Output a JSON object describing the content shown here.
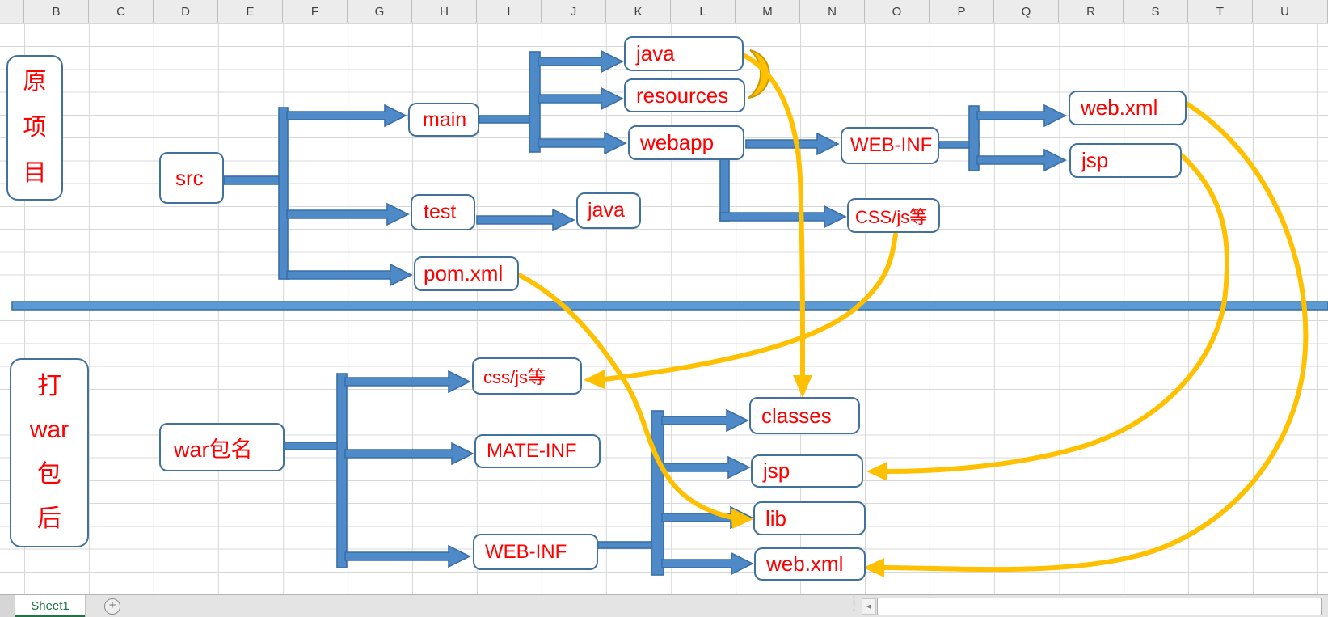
{
  "grid": {
    "columns": [
      "B",
      "C",
      "D",
      "E",
      "F",
      "G",
      "H",
      "I",
      "J",
      "K",
      "L",
      "M",
      "N",
      "O",
      "P",
      "Q",
      "R",
      "S",
      "T",
      "U"
    ]
  },
  "diagram": {
    "legend_top": "原\n项\n目",
    "legend_bottom": "打\nwar\n包\n后",
    "top_tree": {
      "src": "src",
      "main": "main",
      "java": "java",
      "resources": "resources",
      "webapp": "webapp",
      "web_inf": "WEB-INF",
      "web_xml": "web.xml",
      "jsp": "jsp",
      "css_js": "CSS/js等",
      "test": "test",
      "test_java": "java",
      "pom_xml": "pom.xml"
    },
    "bottom_tree": {
      "war_name": "war包名",
      "css_js": "css/js等",
      "mate_inf": "MATE-INF",
      "web_inf": "WEB-INF",
      "classes": "classes",
      "jsp": "jsp",
      "lib": "lib",
      "web_xml": "web.xml"
    },
    "colors": {
      "box_border": "#41719C",
      "connector_fill": "#4E8AC8",
      "label_red": "#FF0000",
      "curve_yellow": "#FFC000",
      "moon_fill": "#FFC000"
    }
  },
  "tabbar": {
    "active_sheet": "Sheet1"
  },
  "icons": {
    "add_sheet": "+",
    "scroll_left": "◄",
    "drag_handle": "⋮\n⋮"
  }
}
